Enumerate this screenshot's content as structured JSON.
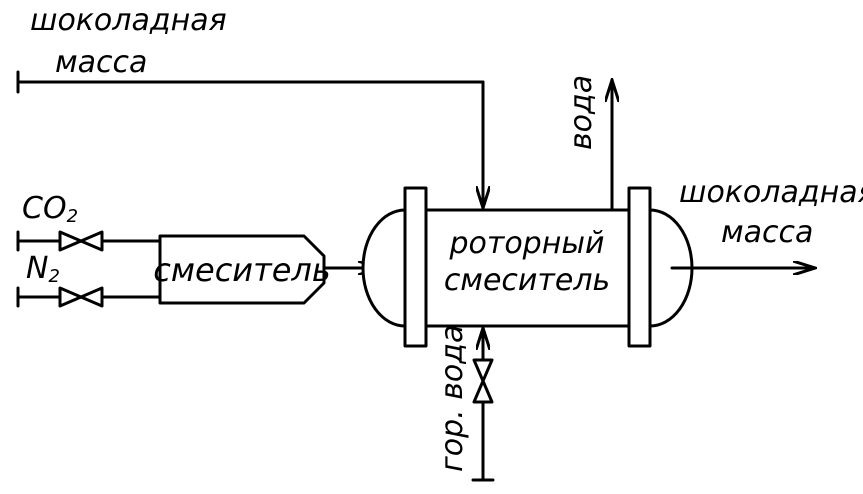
{
  "labels": {
    "chocolate_in_line1": "шоколадная",
    "chocolate_in_line2": "масса",
    "co2": "CO",
    "co2_sub": "2",
    "n2": "N",
    "n2_sub": "2",
    "mixer": "смеситель",
    "rotor_line1": "роторный",
    "rotor_line2": "смеситель",
    "water_out": "вода",
    "chocolate_out_line1": "шоколадная",
    "chocolate_out_line2": "масса",
    "hot_water": "гор. вода"
  },
  "colors": {
    "stroke": "#000000",
    "background": "#ffffff"
  }
}
